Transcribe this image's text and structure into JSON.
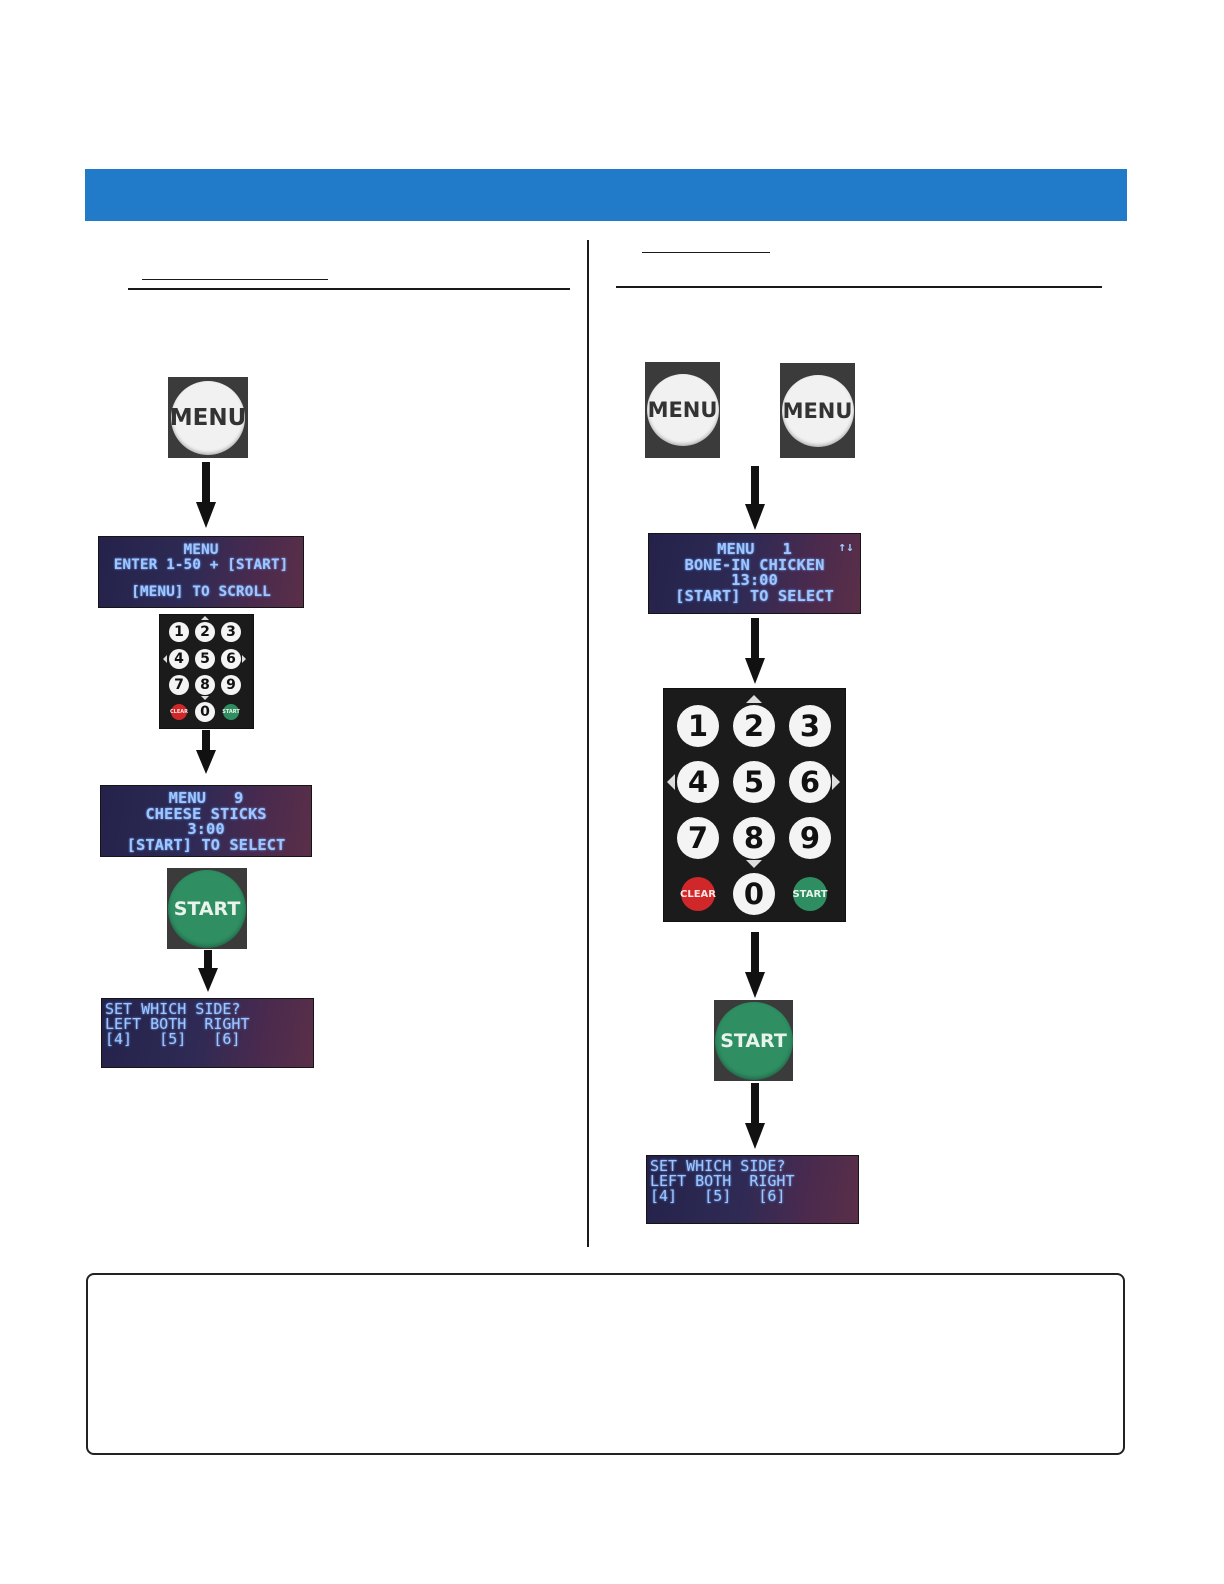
{
  "left": {
    "menu_button": "MENU",
    "lcd_1": [
      "MENU",
      "ENTER 1-50 + [START]",
      "",
      "[MENU] TO SCROLL"
    ],
    "lcd_2": [
      "MENU   9",
      "CHEESE STICKS",
      "3:00",
      "[START] TO SELECT"
    ],
    "start_button": "START",
    "lcd_3": [
      "SET WHICH SIDE?",
      "LEFT BOTH  RIGHT",
      "[4]   [5]   [6]"
    ]
  },
  "right": {
    "menu_button_1": "MENU",
    "menu_button_2": "MENU",
    "lcd_1": [
      "MENU   1",
      "BONE-IN CHICKEN",
      "13:00",
      "[START] TO SELECT"
    ],
    "lcd_1_scroll_glyph": "↑↓",
    "start_button": "START",
    "lcd_2": [
      "SET WHICH SIDE?",
      "LEFT BOTH  RIGHT",
      "[4]   [5]   [6]"
    ]
  },
  "keypad": {
    "keys": [
      "1",
      "2",
      "3",
      "4",
      "5",
      "6",
      "7",
      "8",
      "9",
      "CLEAR",
      "0",
      "START"
    ]
  },
  "colors": {
    "banner": "#227bc8",
    "lcd_text": "#9fc6ff",
    "start_green": "#2e8d61",
    "clear_red": "#d0272b"
  }
}
